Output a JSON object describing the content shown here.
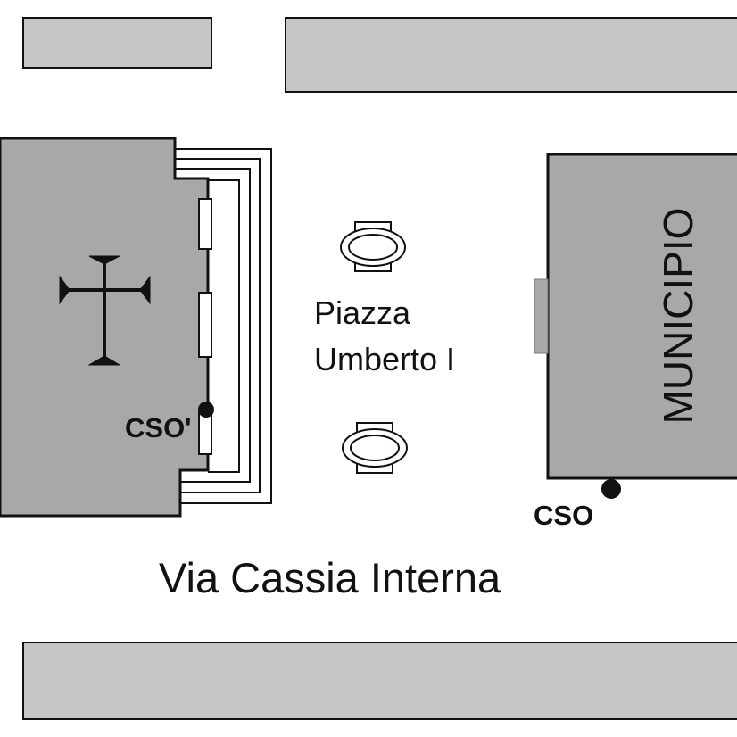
{
  "map": {
    "colors": {
      "block_fill": "#c6c6c6",
      "building_fill": "#a8a8a8",
      "outline": "#111111",
      "steps_stroke": "#111111",
      "door_fill": "#ffffff",
      "marker": "#111111",
      "background": "#ffffff"
    },
    "labels": {
      "piazza_line1": "Piazza",
      "piazza_line2": "Umberto I",
      "street": "Via Cassia Interna",
      "municipio": "MUNICIPIO",
      "cso_church": "CSO'",
      "cso_municipio": "CSO"
    },
    "icons": {
      "church": "cross-icon",
      "fountain": "fountain-icon",
      "point": "point-marker-icon"
    },
    "features": [
      "city-block",
      "church",
      "church-steps",
      "fountains",
      "municipio-building",
      "measurement-points"
    ]
  }
}
